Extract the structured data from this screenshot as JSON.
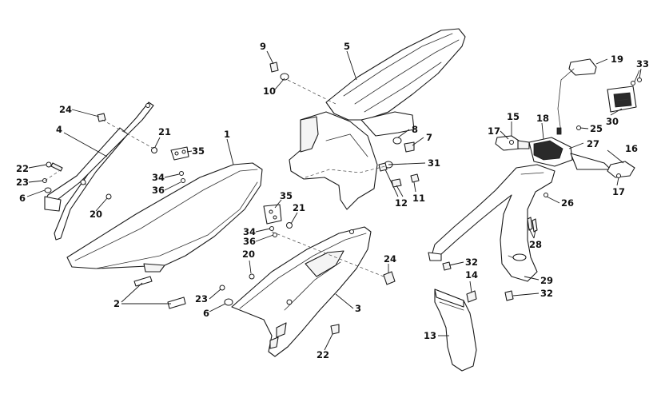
{
  "diagram": {
    "callouts": [
      {
        "id": "c1",
        "label": "1"
      },
      {
        "id": "c2",
        "label": "2"
      },
      {
        "id": "c3",
        "label": "3"
      },
      {
        "id": "c4",
        "label": "4"
      },
      {
        "id": "c5",
        "label": "5"
      },
      {
        "id": "c6a",
        "label": "6"
      },
      {
        "id": "c6b",
        "label": "6"
      },
      {
        "id": "c7",
        "label": "7"
      },
      {
        "id": "c8",
        "label": "8"
      },
      {
        "id": "c9",
        "label": "9"
      },
      {
        "id": "c10",
        "label": "10"
      },
      {
        "id": "c11",
        "label": "11"
      },
      {
        "id": "c12",
        "label": "12"
      },
      {
        "id": "c13",
        "label": "13"
      },
      {
        "id": "c14",
        "label": "14"
      },
      {
        "id": "c15",
        "label": "15"
      },
      {
        "id": "c16",
        "label": "16"
      },
      {
        "id": "c17a",
        "label": "17"
      },
      {
        "id": "c17b",
        "label": "17"
      },
      {
        "id": "c18",
        "label": "18"
      },
      {
        "id": "c19",
        "label": "19"
      },
      {
        "id": "c20a",
        "label": "20"
      },
      {
        "id": "c20b",
        "label": "20"
      },
      {
        "id": "c21a",
        "label": "21"
      },
      {
        "id": "c21b",
        "label": "21"
      },
      {
        "id": "c22a",
        "label": "22"
      },
      {
        "id": "c22b",
        "label": "22"
      },
      {
        "id": "c23a",
        "label": "23"
      },
      {
        "id": "c23b",
        "label": "23"
      },
      {
        "id": "c24a",
        "label": "24"
      },
      {
        "id": "c24b",
        "label": "24"
      },
      {
        "id": "c25",
        "label": "25"
      },
      {
        "id": "c26",
        "label": "26"
      },
      {
        "id": "c27",
        "label": "27"
      },
      {
        "id": "c28",
        "label": "28"
      },
      {
        "id": "c29",
        "label": "29"
      },
      {
        "id": "c30",
        "label": "30"
      },
      {
        "id": "c31",
        "label": "31"
      },
      {
        "id": "c32a",
        "label": "32"
      },
      {
        "id": "c32b",
        "label": "32"
      },
      {
        "id": "c33",
        "label": "33"
      },
      {
        "id": "c34a",
        "label": "34"
      },
      {
        "id": "c34b",
        "label": "34"
      },
      {
        "id": "c35a",
        "label": "35"
      },
      {
        "id": "c35b",
        "label": "35"
      },
      {
        "id": "c36a",
        "label": "36"
      },
      {
        "id": "c36b",
        "label": "36"
      }
    ]
  }
}
